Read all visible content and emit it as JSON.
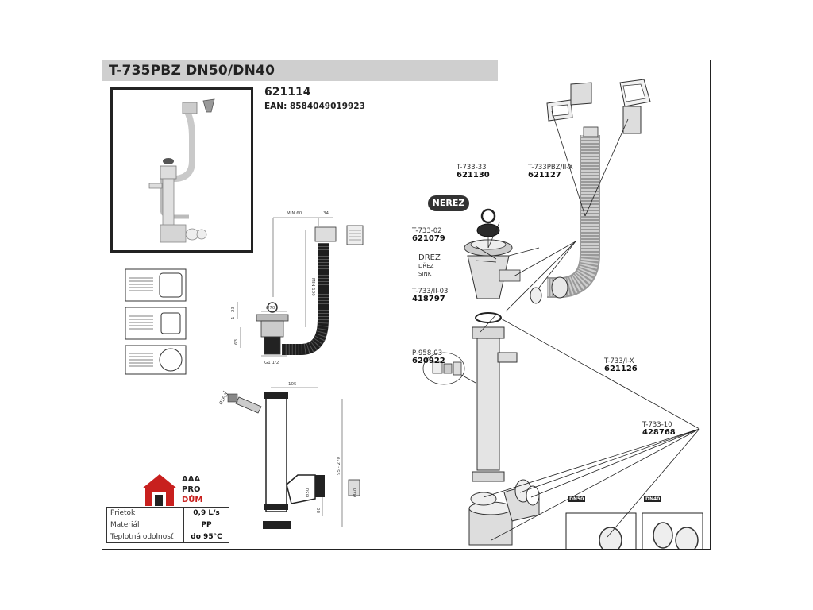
{
  "header": {
    "title": "T-735PBZ DN50/DN40",
    "product_code": "621114",
    "ean": "EAN: 8584049019923"
  },
  "parts": [
    {
      "model": "T-733-33",
      "code": "621130"
    },
    {
      "model": "T-733PBZ/II-X",
      "code": "621127"
    },
    {
      "model": "T-733-02",
      "code": "621079"
    },
    {
      "model": "T-733/II-03",
      "code": "418797"
    },
    {
      "model": "P-958-03",
      "code": "620922"
    },
    {
      "model": "T-733/I-X",
      "code": "621126"
    },
    {
      "model": "T-733-10",
      "code": "428768"
    }
  ],
  "material_label": {
    "line1": "DREZ",
    "line2": "DŘEZ",
    "line3": "SINK"
  },
  "badge": "NEREZ",
  "dn_labels": {
    "dn50": "DN50",
    "dn40": "DN40"
  },
  "dimensions": {
    "min60": "MIN 60",
    "d34": "34",
    "min100": "MIN 100",
    "d70": "Ø70",
    "d1_23": "1 - 23",
    "d63": "63",
    "g": "G1 1/2",
    "d105": "105",
    "d95_270": "95 - 270",
    "d80": "80",
    "d50": "Ø50",
    "d40": "Ø40",
    "d16": "Ø16,5"
  },
  "logo": {
    "line1": "AAA",
    "line2": "PRO",
    "line3": "DŮM"
  },
  "specs": [
    {
      "label": "Prietok",
      "value": "0,9 L/s"
    },
    {
      "label": "Materiál",
      "value": "PP"
    },
    {
      "label": "Teplotná odolnosť",
      "value": "do 95°C"
    }
  ],
  "colors": {
    "header_bg": "#cfcfcf",
    "line": "#222222",
    "part_fill": "#d9d9d9",
    "dark_part": "#2b2b2b",
    "logo_red": "#c8201e"
  }
}
